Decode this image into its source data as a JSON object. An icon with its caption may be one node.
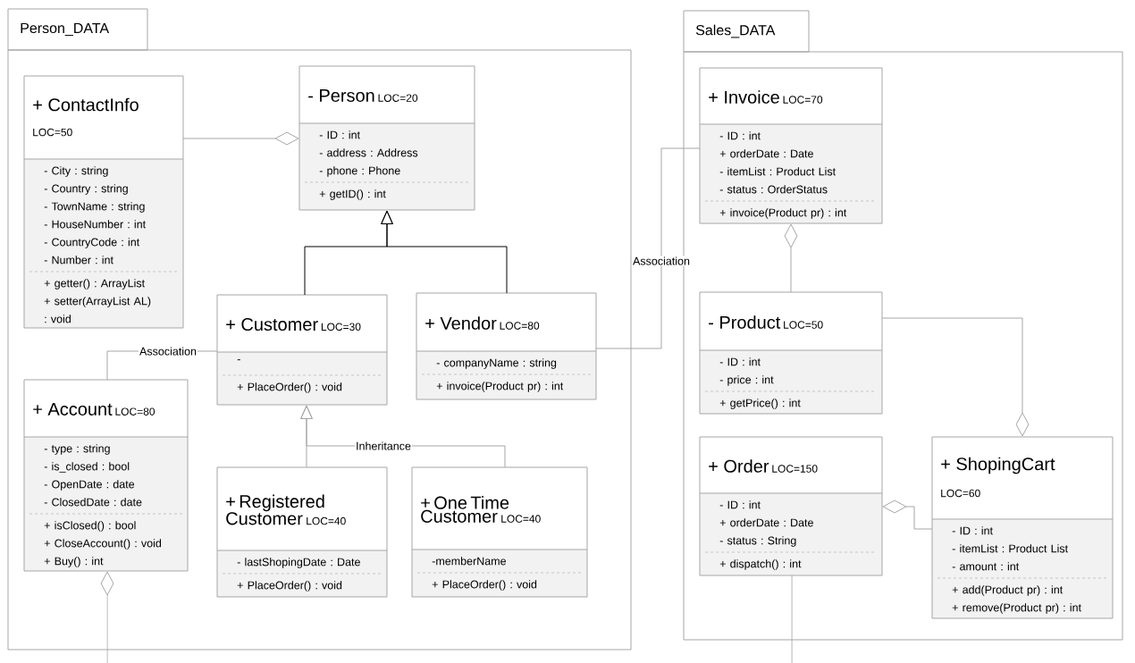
{
  "diagram": {
    "nodes": [
      {
        "text": [
          "Person_DATA"
        ]
      },
      {
        "text": [
          "+ ContactInfo",
          "LOC=50",
          "- City : string",
          "- Country : string",
          "- TownName : string",
          "- HouseNumber : int",
          "- CountryCode : int",
          "- Number : int",
          "+ getter() : ArrayList",
          "+ setter(ArrayList AL) : void"
        ],
        "in": 0
      },
      {
        "text": [
          "- Person",
          "LOC=20",
          "- ID : int",
          "- address : Address",
          "- phone : Phone",
          "+ getID() : int"
        ],
        "in": 0
      },
      {
        "text": [
          "+ Customer",
          "LOC=30",
          "-",
          "+ PlaceOrder() : void"
        ],
        "in": 0
      },
      {
        "text": [
          "+ Vendor",
          "LOC=80",
          "- companyName : string",
          "+ invoice(Product pr) : int"
        ],
        "in": 0
      },
      {
        "text": [
          "+ Account",
          "LOC=80",
          "- type : string",
          "- is_closed : bool",
          "- OpenDate : date",
          "- ClosedDate : date",
          "+ isClosed() : bool",
          "+ CloseAccount() : void",
          "+ Buy() : int"
        ],
        "in": 0
      },
      {
        "text": [
          "+ Registered Customer",
          "LOC=40",
          "- lastShopingDate : Date",
          "+ PlaceOrder() : void"
        ],
        "in": 0
      },
      {
        "text": [
          "+ One Time Customer",
          "LOC=40",
          "-memberName",
          "+ PlaceOrder() : void"
        ],
        "in": 0
      },
      {
        "text": [
          "Sales_DATA"
        ]
      },
      {
        "text": [
          "+ Invoice",
          "LOC=70",
          "- ID : int",
          "+ orderDate : Date",
          "- itemList : Product List",
          "- status : OrderStatus",
          "+ invoice(Product pr) : int"
        ],
        "in": 8
      },
      {
        "text": [
          "- Product",
          "LOC=50",
          "- ID : int",
          "- price : int",
          "+ getPrice() : int"
        ],
        "in": 8
      },
      {
        "text": [
          "+ Order",
          "LOC=150",
          "- ID : int",
          "+ orderDate : Date",
          "- status : String",
          "+ dispatch() : int"
        ],
        "in": 8
      },
      {
        "text": [
          "+ ShopingCart",
          "LOC=60",
          "- ID : int",
          "- itemList : Product List",
          "- amount : int",
          "+ add(Product pr) : int",
          "+ remove(Product pr) : int"
        ],
        "in": 8
      }
    ],
    "edges": [
      {
        "from": 1,
        "to": 2,
        "arrow": "other"
      },
      {
        "from": 3,
        "to": 2,
        "arrow": "to",
        "color": "#000000"
      },
      {
        "from": 4,
        "to": 2,
        "arrow": "to",
        "color": "#000000"
      },
      {
        "from": 5,
        "to": 3,
        "arrow": "none",
        "label": "Association"
      },
      {
        "from": 6,
        "to": 3,
        "arrow": "to"
      },
      {
        "from": 7,
        "to": 3,
        "arrow": "to",
        "label": "Inheritance"
      },
      {
        "from": 4,
        "to": 9,
        "arrow": "none",
        "label": "Association"
      },
      {
        "from": 10,
        "to": 9,
        "arrow": "other"
      },
      {
        "from": 10,
        "to": 12,
        "arrow": "other"
      },
      {
        "from": 12,
        "to": 11,
        "arrow": "other"
      },
      {
        "from": null,
        "to": 5,
        "arrow": "other"
      },
      {
        "from": 11,
        "to": null,
        "arrow": "none"
      }
    ]
  }
}
